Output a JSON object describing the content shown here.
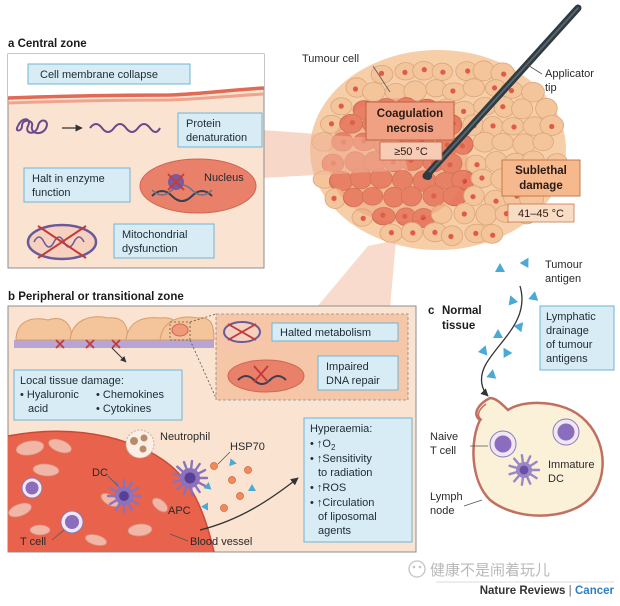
{
  "panels": {
    "a": {
      "letter": "a",
      "title": "Central zone"
    },
    "b": {
      "letter": "b",
      "title": "Peripheral or transitional zone"
    },
    "c": {
      "letter": "c",
      "title_line1": "Normal",
      "title_line2": "tissue"
    }
  },
  "central_zone": {
    "cell_membrane_collapse": "Cell membrane collapse",
    "protein_denaturation_line1": "Protein",
    "protein_denaturation_line2": "denaturation",
    "halt_enzyme_line1": "Halt in enzyme",
    "halt_enzyme_line2": "function",
    "nucleus": "Nucleus",
    "mito_line1": "Mitochondrial",
    "mito_line2": "dysfunction"
  },
  "tumour": {
    "tumour_cell": "Tumour cell",
    "applicator_line1": "Applicator",
    "applicator_line2": "tip",
    "coag_line1": "Coagulation",
    "coag_line2": "necrosis",
    "coag_temp": "≥50 °C",
    "sublethal_line1": "Sublethal",
    "sublethal_line2": "damage",
    "sublethal_temp": "41–45 °C",
    "antigen_line1": "Tumour",
    "antigen_line2": "antigen"
  },
  "peripheral_zone": {
    "halted_metabolism": "Halted metabolism",
    "impaired_line1": "Impaired",
    "impaired_line2": "DNA repair",
    "local_damage_title": "Local tissue damage:",
    "hyaluronic_line1": "• Hyaluronic",
    "hyaluronic_line2": "acid",
    "chemokines": "• Chemokines",
    "cytokines": "• Cytokines",
    "neutrophil": "Neutrophil",
    "hsp70": "HSP70",
    "dc": "DC",
    "apc": "APC",
    "t_cell": "T cell",
    "blood_vessel": "Blood vessel",
    "hyperaemia_title": "Hyperaemia:",
    "hyp_o2_prefix": "• ↑O",
    "hyp_o2_sub": "2",
    "hyp_sens_line1": "• ↑Sensitivity",
    "hyp_sens_line2": "to radiation",
    "hyp_ros": "• ↑ROS",
    "hyp_circ_line1": "• ↑Circulation",
    "hyp_circ_line2": "of liposomal",
    "hyp_circ_line3": "agents"
  },
  "normal_tissue": {
    "lymph_line1": "Lymphatic",
    "lymph_line2": "drainage",
    "lymph_line3": "of tumour",
    "lymph_line4": "antigens",
    "naive_line1": "Naive",
    "naive_line2": "T cell",
    "immature_line1": "Immature",
    "immature_line2": "DC",
    "lymph_node_line1": "Lymph",
    "lymph_node_line2": "node"
  },
  "footer": {
    "watermark": "健康不是闹着玩儿",
    "journal": "Nature Reviews",
    "separator": " | ",
    "section": "Cancer"
  },
  "colors": {
    "panel_fill": "#fbe3d2",
    "label_box_fill": "#d7ecf5",
    "label_box_stroke": "#6fb4d3",
    "tumour_cell": "#f4c49a",
    "necrosis_cell": "#e87a62",
    "nucleus": "#e05a48",
    "vessel": "#e8624c",
    "antigen": "#4aa9d6",
    "brand_blue": "#2f7fc0"
  }
}
